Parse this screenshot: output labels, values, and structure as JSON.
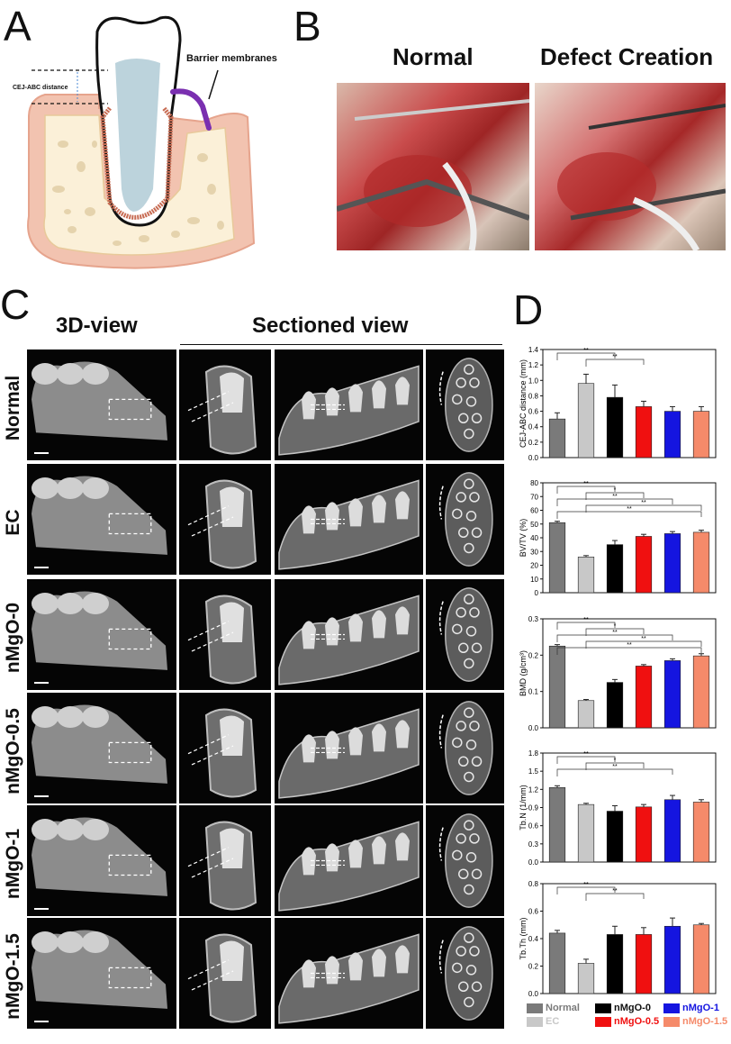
{
  "panels": {
    "a": "A",
    "b": "B",
    "c": "C",
    "d": "D"
  },
  "panelA": {
    "cej_label": "CEJ-ABC distance",
    "membrane_label": "Barrier membranes"
  },
  "panelB": {
    "normal": "Normal",
    "defect": "Defect Creation"
  },
  "panelC": {
    "view3d": "3D-view",
    "sectioned": "Sectioned view",
    "rows": [
      "Normal",
      "EC",
      "nMgO-0",
      "nMgO-0.5",
      "nMgO-1",
      "nMgO-1.5"
    ]
  },
  "colors": {
    "Normal": "#7a7a7a",
    "EC": "#c8c8c8",
    "nMgO-0": "#000000",
    "nMgO-0.5": "#f01010",
    "nMgO-1": "#1515e0",
    "nMgO-1.5": "#f58a6a"
  },
  "legend": [
    {
      "label": "Normal",
      "color": "#7a7a7a"
    },
    {
      "label": "nMgO-0",
      "color": "#000000"
    },
    {
      "label": "nMgO-1",
      "color": "#1515e0"
    },
    {
      "label": "EC",
      "color": "#c8c8c8"
    },
    {
      "label": "nMgO-0.5",
      "color": "#f01010"
    },
    {
      "label": "nMgO-1.5",
      "color": "#f58a6a"
    }
  ],
  "chart_data": [
    {
      "type": "bar",
      "ylabel": "CEJ-ABC distance (mm)",
      "ylim": [
        0,
        1.4
      ],
      "ticks": [
        "0.0",
        "0.2",
        "0.4",
        "0.6",
        "0.8",
        "1.0",
        "1.2",
        "1.4"
      ],
      "tickvals": [
        0,
        0.2,
        0.4,
        0.6,
        0.8,
        1.0,
        1.2,
        1.4
      ],
      "categories": [
        "Normal",
        "EC",
        "nMgO-0",
        "nMgO-0.5",
        "nMgO-1",
        "nMgO-1.5"
      ],
      "values": [
        0.5,
        0.96,
        0.78,
        0.66,
        0.6,
        0.6
      ],
      "errors": [
        0.08,
        0.12,
        0.16,
        0.07,
        0.06,
        0.06
      ],
      "sig": [
        "**",
        "**"
      ]
    },
    {
      "type": "bar",
      "ylabel": "BV/TV (%)",
      "ylim": [
        0,
        80
      ],
      "ticks": [
        "0",
        "10",
        "20",
        "30",
        "40",
        "50",
        "60",
        "70",
        "80"
      ],
      "tickvals": [
        0,
        10,
        20,
        30,
        40,
        50,
        60,
        70,
        80
      ],
      "categories": [
        "Normal",
        "EC",
        "nMgO-0",
        "nMgO-0.5",
        "nMgO-1",
        "nMgO-1.5"
      ],
      "values": [
        51,
        26,
        35,
        41,
        43,
        44
      ],
      "errors": [
        1,
        1,
        3,
        1.5,
        1.5,
        1.5
      ],
      "sig": [
        "**",
        "*",
        "**",
        "**",
        "**"
      ]
    },
    {
      "type": "bar",
      "ylabel": "BMD (g/cm³)",
      "ylim": [
        0,
        0.3
      ],
      "ticks": [
        "0.0",
        "0.1",
        "0.2",
        "0.3"
      ],
      "tickvals": [
        0,
        0.1,
        0.2,
        0.3
      ],
      "categories": [
        "Normal",
        "EC",
        "nMgO-0",
        "nMgO-0.5",
        "nMgO-1",
        "nMgO-1.5"
      ],
      "values": [
        0.225,
        0.075,
        0.125,
        0.17,
        0.185,
        0.198
      ],
      "errors": [
        0.004,
        0.003,
        0.008,
        0.004,
        0.005,
        0.006
      ],
      "sig": [
        "**",
        "*",
        "**",
        "**",
        "**"
      ]
    },
    {
      "type": "bar",
      "ylabel": "Tb.N (1/mm)",
      "ylim": [
        0,
        1.8
      ],
      "ticks": [
        "0.0",
        "0.3",
        "0.6",
        "0.9",
        "1.2",
        "1.5",
        "1.8"
      ],
      "tickvals": [
        0,
        0.3,
        0.6,
        0.9,
        1.2,
        1.5,
        1.8
      ],
      "categories": [
        "Normal",
        "EC",
        "nMgO-0",
        "nMgO-0.5",
        "nMgO-1",
        "nMgO-1.5"
      ],
      "values": [
        1.23,
        0.95,
        0.84,
        0.91,
        1.03,
        0.99
      ],
      "errors": [
        0.03,
        0.02,
        0.09,
        0.04,
        0.07,
        0.04
      ],
      "sig": [
        "**",
        "*",
        "**"
      ]
    },
    {
      "type": "bar",
      "ylabel": "Tb.Th (mm)",
      "ylim": [
        0,
        0.8
      ],
      "ticks": [
        "0.0",
        "0.2",
        "0.4",
        "0.6",
        "0.8"
      ],
      "tickvals": [
        0,
        0.2,
        0.4,
        0.6,
        0.8
      ],
      "categories": [
        "Normal",
        "EC",
        "nMgO-0",
        "nMgO-0.5",
        "nMgO-1",
        "nMgO-1.5"
      ],
      "values": [
        0.44,
        0.22,
        0.43,
        0.43,
        0.49,
        0.5
      ],
      "errors": [
        0.02,
        0.03,
        0.06,
        0.05,
        0.06,
        0.01
      ],
      "sig": [
        "**",
        "**"
      ]
    }
  ]
}
